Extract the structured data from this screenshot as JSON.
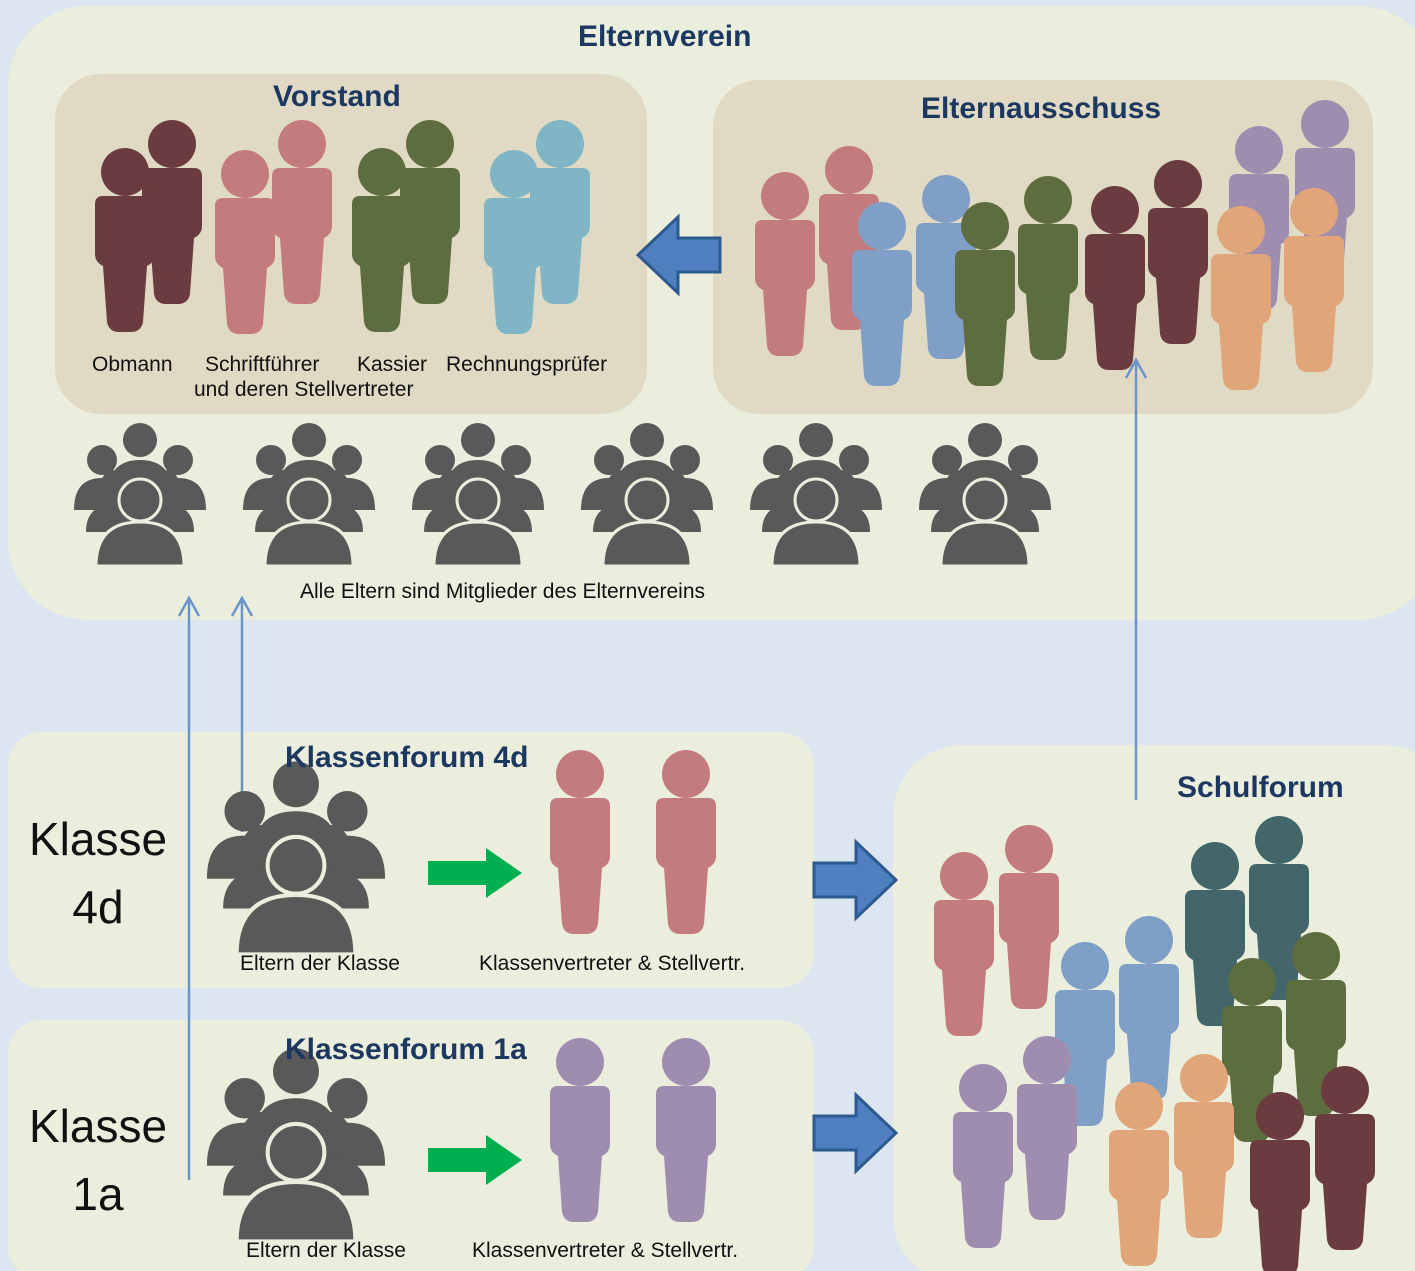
{
  "elternverein": {
    "title": "Elternverein",
    "all_parents_caption": "Alle Eltern sind Mitglieder des Elternvereins"
  },
  "vorstand": {
    "title": "Vorstand",
    "roles": [
      {
        "label": "Obmann",
        "color": "#6b3c3f"
      },
      {
        "label": "Schriftführer",
        "color": "#c47b7d"
      },
      {
        "label": "Kassier",
        "color": "#5e6d3f"
      },
      {
        "label": "Rechnungsprüfer",
        "color": "#7fb5c5"
      }
    ],
    "deputies_caption": "und deren Stellvertreter"
  },
  "elternausschuss": {
    "title": "Elternausschuss"
  },
  "schulforum": {
    "title": "Schulforum"
  },
  "classes": [
    {
      "class_label": "Klasse",
      "class_name": "4d",
      "forum_title": "Klassenforum 4d",
      "parents_caption": "Eltern der Klasse",
      "reps_caption": "Klassenvertreter & Stellvertr.",
      "rep_color": "#c47b7d"
    },
    {
      "class_label": "Klasse",
      "class_name": "1a",
      "forum_title": "Klassenforum 1a",
      "parents_caption": "Eltern der Klasse",
      "reps_caption": "Klassenvertreter & Stellvertr.",
      "rep_color": "#9f8db0"
    }
  ],
  "colors": {
    "page_background": "#dce5f0",
    "outer_panel": "#ebeedd",
    "inner_panel": "#e0dac4",
    "title_text": "#1c3860",
    "group_icon": "#595959",
    "big_arrow_fill": "#4f7fc0",
    "big_arrow_stroke": "#2d5a8e",
    "green_arrow": "#00b050",
    "connector_line": "#6b94c9"
  }
}
